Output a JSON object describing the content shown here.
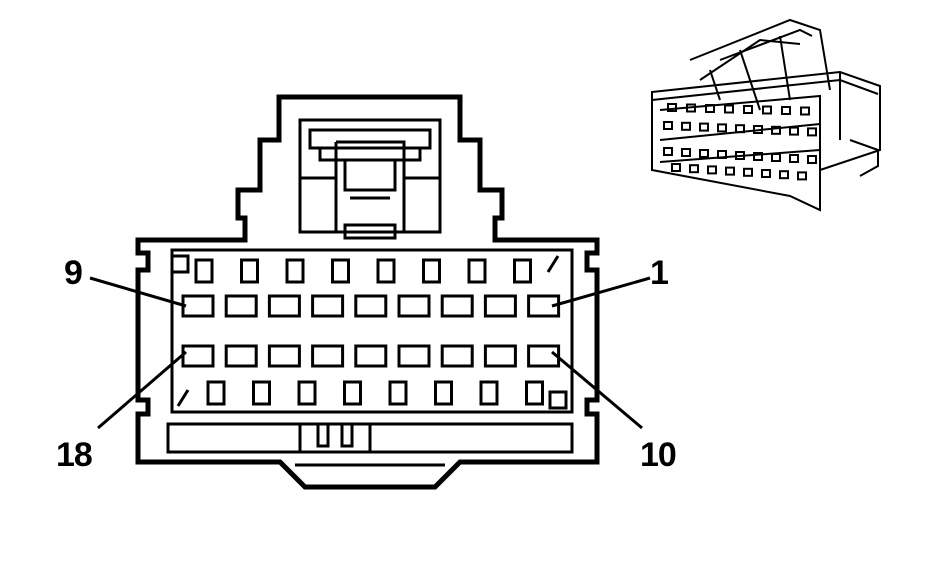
{
  "labels": {
    "pin_9": "9",
    "pin_1": "1",
    "pin_18": "18",
    "pin_10": "10"
  },
  "connector": {
    "upper_row_cavities": 9,
    "lower_row_cavities": 9,
    "top_lock_cavities": 8,
    "bottom_lock_cavities": 8
  }
}
